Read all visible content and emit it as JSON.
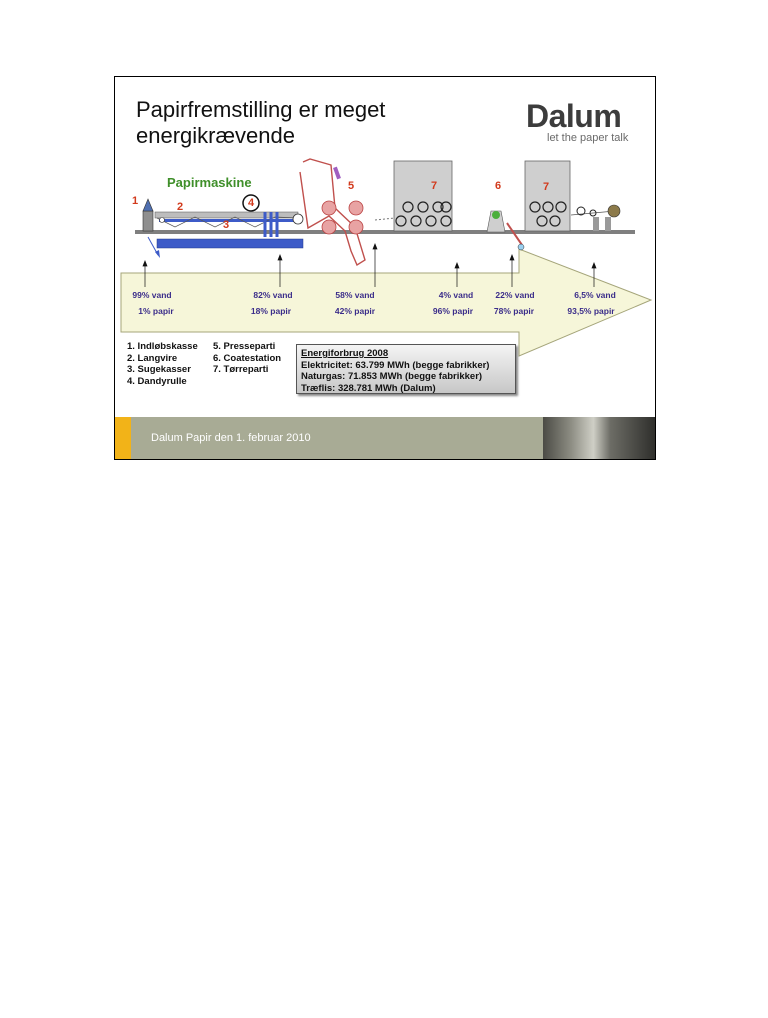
{
  "slide": {
    "title": "Papirfremstilling er meget energikrævende",
    "logo_text": "Dalum",
    "tagline": "let the paper talk"
  },
  "diagram": {
    "machine_label": "Papirmaskine",
    "section_numbers": [
      "1",
      "2",
      "3",
      "4",
      "5",
      "7",
      "6",
      "7"
    ],
    "stages": [
      {
        "water": "99% vand",
        "paper": "1% papir"
      },
      {
        "water": "82% vand",
        "paper": "18% papir"
      },
      {
        "water": "58% vand",
        "paper": "42% papir"
      },
      {
        "water": "4% vand",
        "paper": "96% papir"
      },
      {
        "water": "22% vand",
        "paper": "78% papir"
      },
      {
        "water": "6,5% vand",
        "paper": "93,5% papir"
      }
    ]
  },
  "legend": {
    "col1": [
      "1. Indløbskasse",
      "2. Langvire",
      "3. Sugekasser",
      "4. Dandyrulle"
    ],
    "col2": [
      "5. Presseparti",
      "6. Coatestation",
      "7. Tørreparti"
    ]
  },
  "energy": {
    "heading": "Energiforbrug 2008",
    "lines": [
      "Elektricitet: 63.799 MWh (begge fabrikker)",
      "Naturgas: 71.853 MWh (begge fabrikker)",
      "Træflis: 328.781 MWh (Dalum)"
    ]
  },
  "footer": {
    "text": "Dalum Papir den 1. februar 2010"
  },
  "colors": {
    "arrow_fill": "#f6f6d9",
    "machine_red": "#c0504d",
    "number_red": "#d23a1c",
    "percent_blue": "#3b2d8a",
    "label_green": "#3f8f2a",
    "wire_blue": "#3d5bc8",
    "footer_bg": "#a8ab95",
    "footer_accent": "#f2b318"
  }
}
